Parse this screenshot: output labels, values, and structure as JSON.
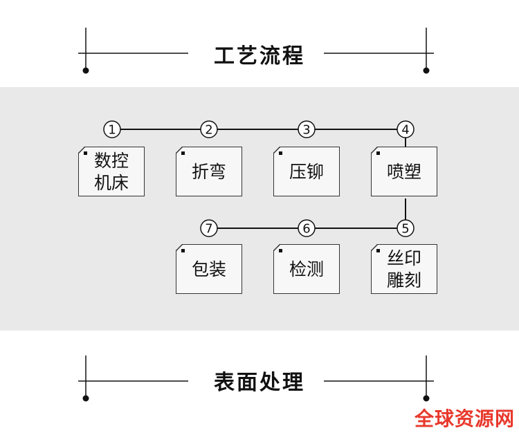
{
  "header": {
    "title": "工艺流程"
  },
  "footer": {
    "title": "表面处理"
  },
  "steps": [
    {
      "number": "1",
      "label": "数控机床",
      "line1": "数控",
      "line2": "机床"
    },
    {
      "number": "2",
      "label": "折弯",
      "line1": "折弯",
      "line2": ""
    },
    {
      "number": "3",
      "label": "压铆",
      "line1": "压铆",
      "line2": ""
    },
    {
      "number": "4",
      "label": "喷塑",
      "line1": "喷塑",
      "line2": ""
    },
    {
      "number": "5",
      "label": "丝印雕刻",
      "line1": "丝印",
      "line2": "雕刻"
    },
    {
      "number": "6",
      "label": "检测",
      "line1": "检测",
      "line2": ""
    },
    {
      "number": "7",
      "label": "包装",
      "line1": "包装",
      "line2": ""
    }
  ],
  "watermark": {
    "text": "全球资源网",
    "color": "#e8382c"
  },
  "colors": {
    "band": "#e9e9e9",
    "line": "#111111",
    "box_fill": "#f7f7f7"
  }
}
